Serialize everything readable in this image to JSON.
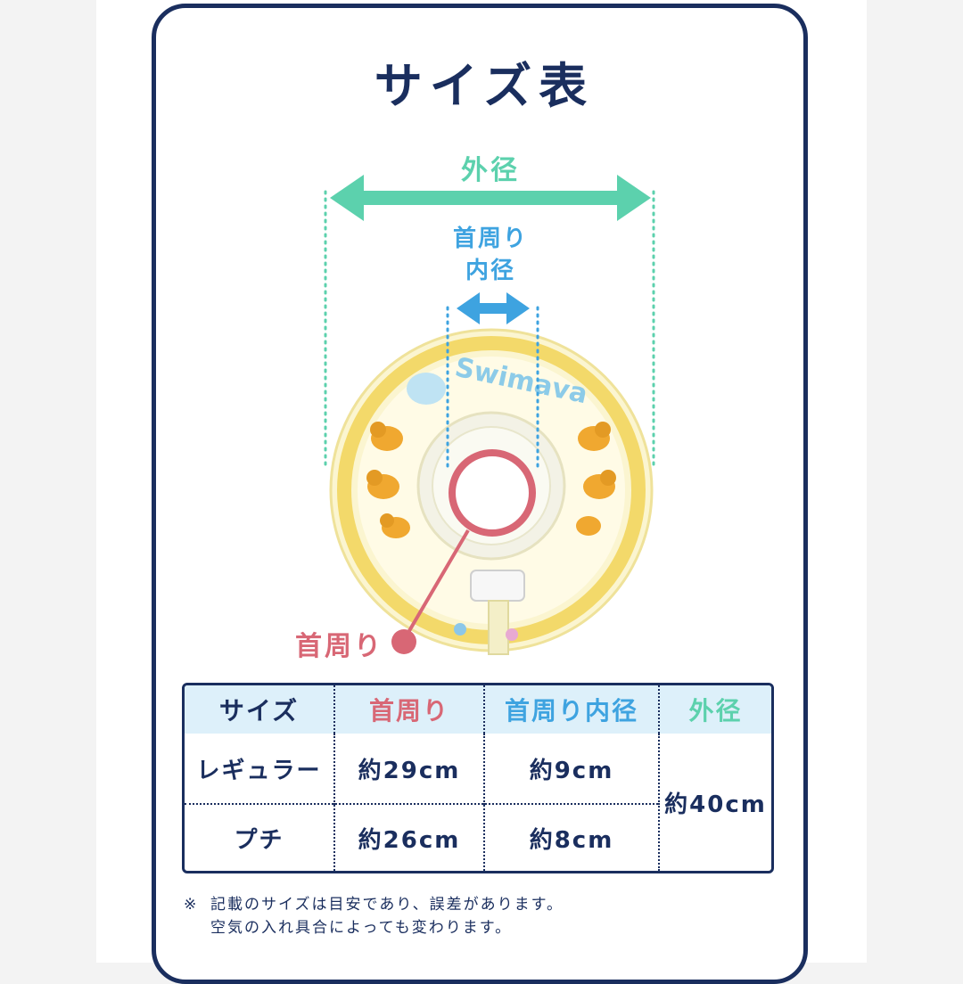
{
  "title": "サイズ表",
  "labels": {
    "outer_diameter": "外径",
    "inner_line1": "首周り",
    "inner_line2": "内径",
    "neck": "首周り"
  },
  "product_logo_text": "Swimava",
  "colors": {
    "navy": "#1a2e5e",
    "outer": "#5cd1ad",
    "inner": "#3ea3e0",
    "neck": "#d86775",
    "header_bg": "#ddf0fa"
  },
  "table": {
    "headers": [
      "サイズ",
      "首周り",
      "首周り内径",
      "外径"
    ],
    "rows": [
      {
        "size": "レギュラー",
        "neck": "約29cm",
        "inner": "約9cm"
      },
      {
        "size": "プチ",
        "neck": "約26cm",
        "inner": "約8cm"
      }
    ],
    "outer_shared": "約40cm"
  },
  "note": {
    "mark": "※",
    "line1": "記載のサイズは目安であり、誤差があります。",
    "line2": "空気の入れ具合によっても変わります。"
  }
}
